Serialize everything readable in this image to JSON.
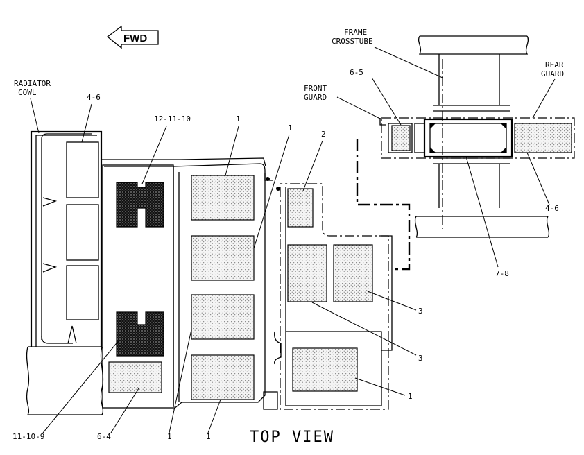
{
  "direction_arrow": "FWD",
  "view_title": "TOP VIEW",
  "labels": {
    "radiator_cowl": [
      "RADIATOR",
      "COWL"
    ],
    "frame_crosstube": [
      "FRAME",
      "CROSSTUBE"
    ],
    "front_guard": [
      "FRONT",
      "GUARD"
    ],
    "rear_guard": [
      "REAR",
      "GUARD"
    ]
  },
  "callouts": {
    "c_4_6_top": "4-6",
    "c_12_11_10": "12-11-10",
    "c_1_a": "1",
    "c_1_b": "1",
    "c_2": "2",
    "c_6_5": "6-5",
    "c_4_6_right": "4-6",
    "c_7_8": "7-8",
    "c_3_a": "3",
    "c_3_b": "3",
    "c_1_right": "1",
    "c_11_10_9": "11-10-9",
    "c_6_4": "6-4",
    "c_1_bottom_a": "1",
    "c_1_bottom_b": "1"
  }
}
